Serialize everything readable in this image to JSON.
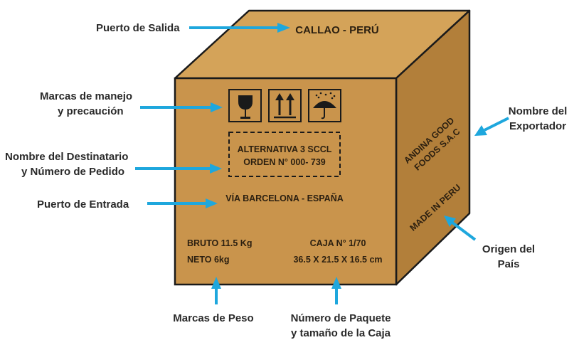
{
  "diagram": {
    "box": {
      "top_text": "CALLAO - PERÚ",
      "consignee_line1": "ALTERNATIVA 3 SCCL",
      "consignee_line2": "ORDEN N° 000- 739",
      "via": "VÍA BARCELONA - ESPAÑA",
      "gross": "BRUTO 11.5 Kg",
      "net": "NETO 6kg",
      "case": "CAJA N° 1/70",
      "dims": "36.5 X 21.5 X 16.5 cm",
      "exporter_line1": "ANDINA GOOD",
      "exporter_line2": "FOODS S.A.C",
      "origin": "MADE IN PERU",
      "colors": {
        "top": "#d4a359",
        "front": "#c9944c",
        "side": "#b27f3a",
        "edge": "#1a1a1a",
        "arrow": "#1ea7dd"
      },
      "handling_icons": [
        "fragile-glass-icon",
        "this-way-up-icon",
        "keep-dry-umbrella-icon"
      ]
    },
    "labels": {
      "port_departure": "Puerto de Salida",
      "handling_line1": "Marcas de manejo",
      "handling_line2": "y precaución",
      "consignee_line1": "Nombre del Destinatario",
      "consignee_line2": "y Número de Pedido",
      "port_entry": "Puerto de Entrada",
      "weight": "Marcas de Peso",
      "package_line1": "Número de Paquete",
      "package_line2": "y tamaño de la Caja",
      "exporter_line1": "Nombre del",
      "exporter_line2": "Exportador",
      "origin_line1": "Origen del",
      "origin_line2": "País"
    }
  }
}
